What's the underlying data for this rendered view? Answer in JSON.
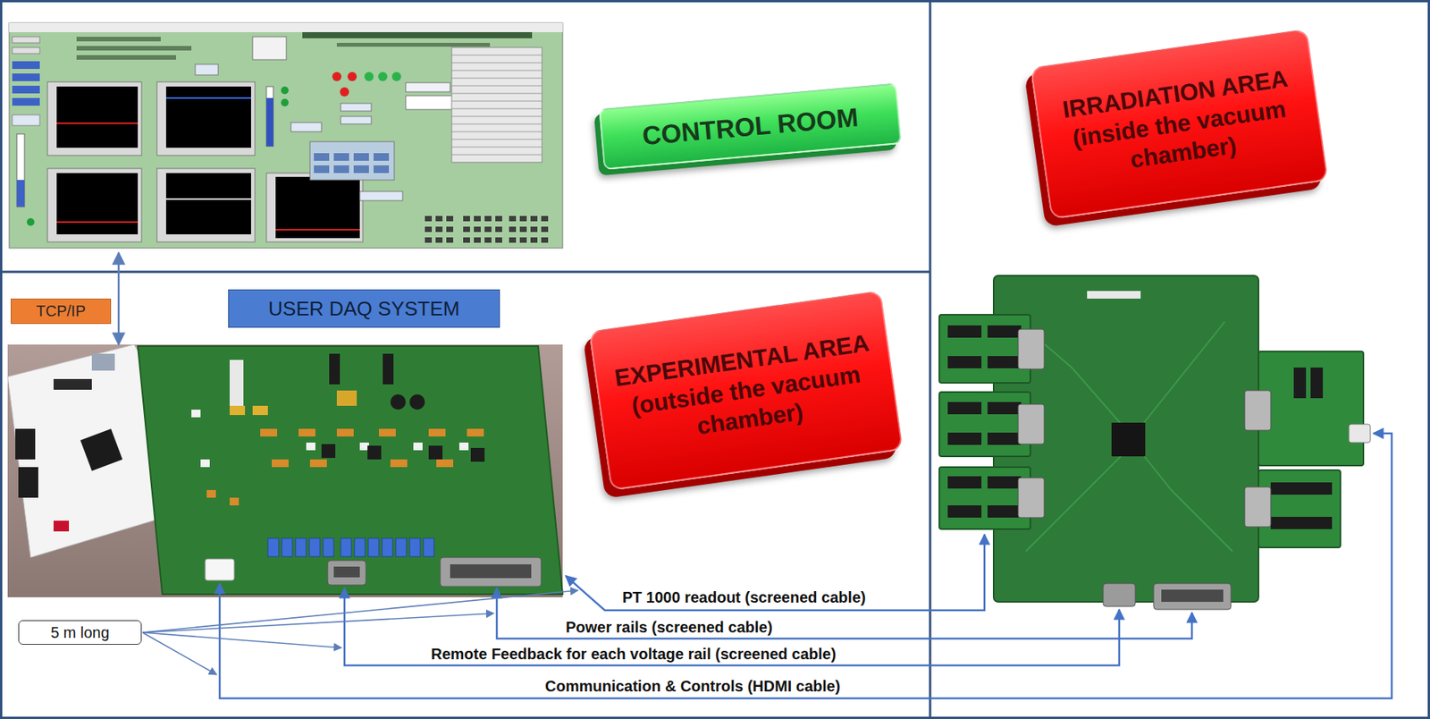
{
  "diagram": {
    "nodes": [
      {
        "text": [
          "CONTROL ROOM"
        ]
      },
      {
        "text": [
          "IRRADIATION AREA (inside the vacuum chamber)"
        ]
      },
      {
        "text": [
          "TCP/IP"
        ]
      },
      {
        "text": [
          "USER DAQ SYSTEM"
        ]
      },
      {
        "text": [
          "EXPERIMENTAL AREA (outside the vacuum chamber)"
        ]
      },
      {
        "text": [
          "5 m long"
        ]
      }
    ],
    "labels": [
      "PT 1000 readout (screened cable)",
      "Power rails (screened cable)",
      "Remote Feedback for each voltage rail (screened cable)",
      "Communication & Controls (HDMI cable)"
    ]
  }
}
